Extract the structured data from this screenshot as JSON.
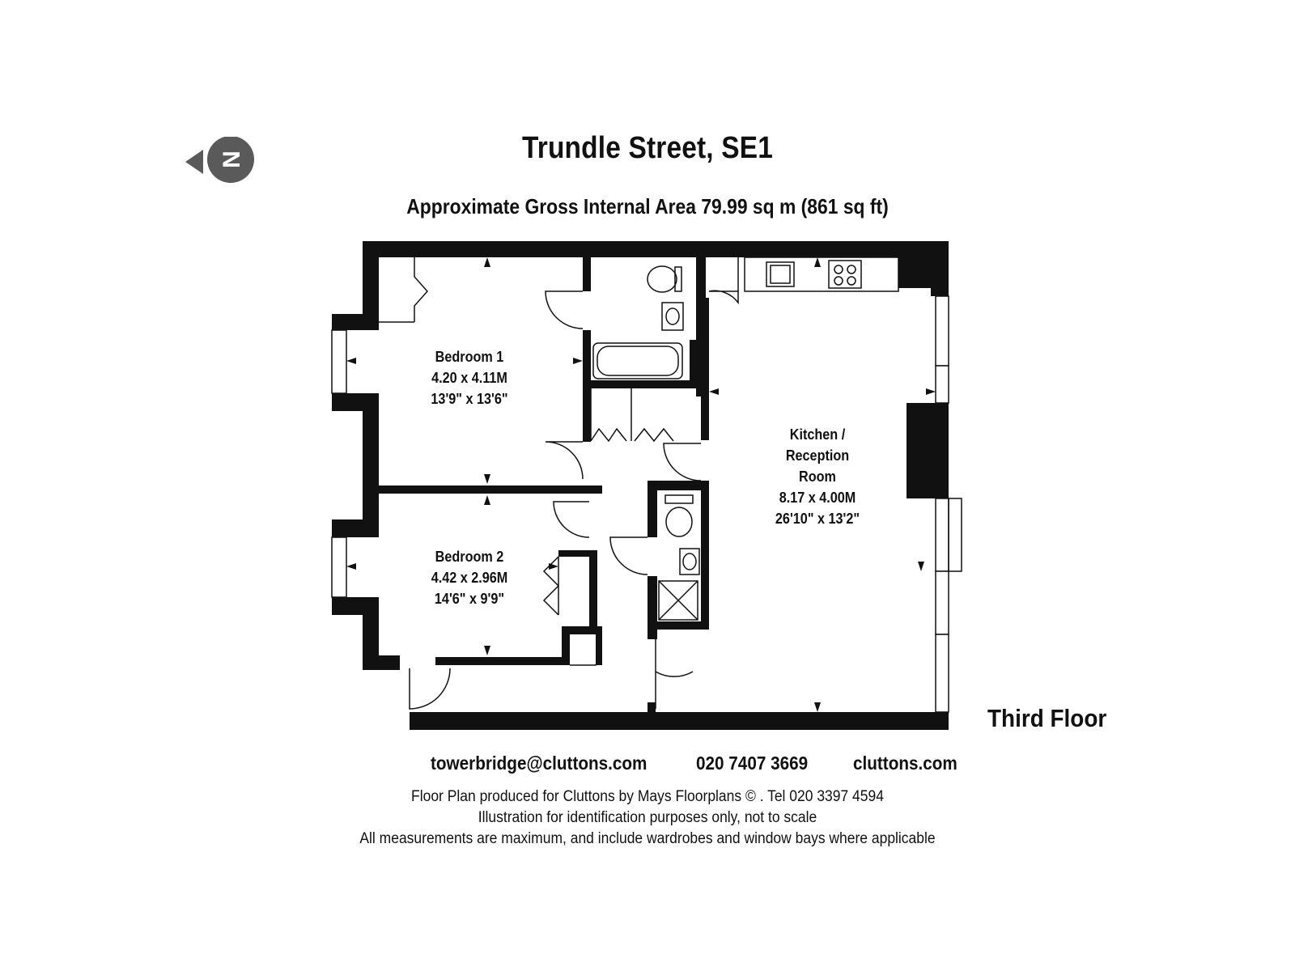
{
  "header": {
    "title": "Trundle Street, SE1",
    "subtitle": "Approximate Gross Internal Area 79.99 sq m  (861 sq ft)"
  },
  "compass": {
    "letter": "N",
    "icon": "north-arrow-icon"
  },
  "rooms": {
    "bedroom1": {
      "name": "Bedroom 1",
      "metric": "4.20 x 4.11M",
      "imperial": "13'9\" x 13'6\""
    },
    "bedroom2": {
      "name": "Bedroom 2",
      "metric": "4.42 x 2.96M",
      "imperial": "14'6\" x 9'9\""
    },
    "kitchen": {
      "name_line1": "Kitchen /",
      "name_line2": "Reception",
      "name_line3": "Room",
      "metric": "8.17 x 4.00M",
      "imperial": "26'10\" x 13'2\""
    }
  },
  "floor": {
    "label": "Third Floor"
  },
  "contact": {
    "email": "towerbridge@cluttons.com",
    "phone": "020 7407 3669",
    "website": "cluttons.com"
  },
  "notes": {
    "line1": "Floor Plan produced for Cluttons by Mays Floorplans © . Tel 020 3397 4594",
    "line2": "Illustration for identification purposes only, not to scale",
    "line3": "All measurements are maximum, and include wardrobes and window bays where applicable"
  },
  "colors": {
    "wall": "#111111",
    "compass": "#5a5a5a",
    "background": "#ffffff"
  }
}
